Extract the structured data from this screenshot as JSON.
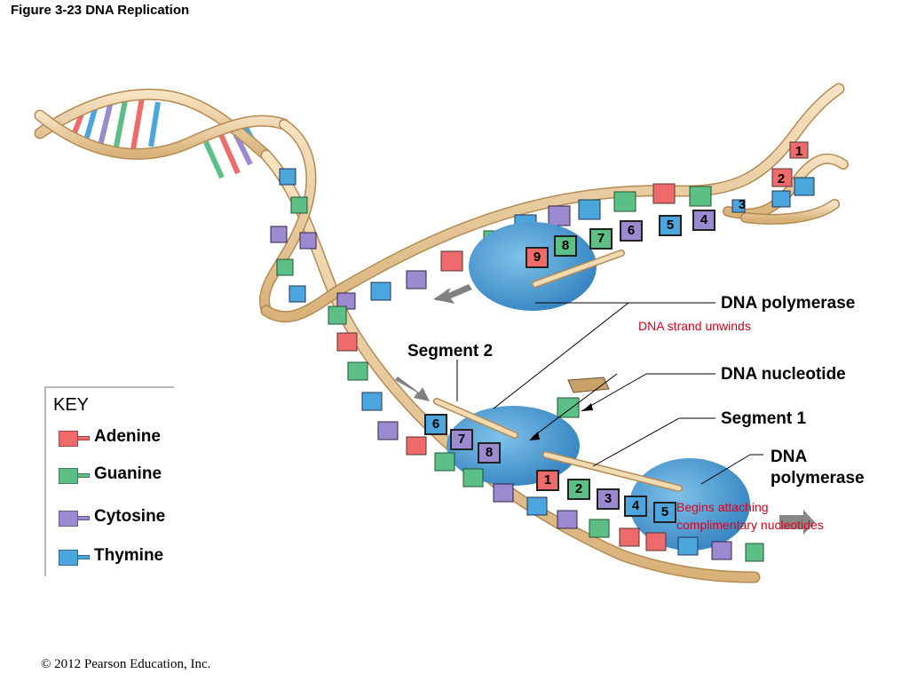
{
  "figure_title": "Figure 3-23  DNA Replication",
  "copyright": "© 2012 Pearson Education, Inc.",
  "key": {
    "title": "KEY",
    "items": [
      {
        "label": "Adenine",
        "color": "#ef6b6b"
      },
      {
        "label": "Guanine",
        "color": "#5cbf86"
      },
      {
        "label": "Cytosine",
        "color": "#9b8ad0"
      },
      {
        "label": "Thymine",
        "color": "#4aa6dc"
      }
    ]
  },
  "labels": {
    "polymerase_top": "DNA polymerase",
    "strand_unwinds": "DNA strand unwinds",
    "segment2": "Segment 2",
    "nucleotide": "DNA nucleotide",
    "segment1": "Segment 1",
    "polymerase_bottom_line1": "DNA",
    "polymerase_bottom_line2": "polymerase",
    "begins_line1": "Begins attaching",
    "begins_line2": "complimentary nucleotides"
  },
  "nucleotide_numbers": {
    "top_new_strand": [
      "9",
      "8",
      "7",
      "6",
      "5",
      "4",
      "3",
      "2",
      "1"
    ],
    "bottom_segment2": [
      "6",
      "7",
      "8"
    ],
    "bottom_segment1": [
      "1",
      "2",
      "3",
      "4",
      "5"
    ]
  },
  "colors": {
    "backbone": "#ecd2a6",
    "backbone_edge": "#b58a52",
    "polymerase": "#3f8fc9",
    "pointer_red": "#e0001b"
  }
}
